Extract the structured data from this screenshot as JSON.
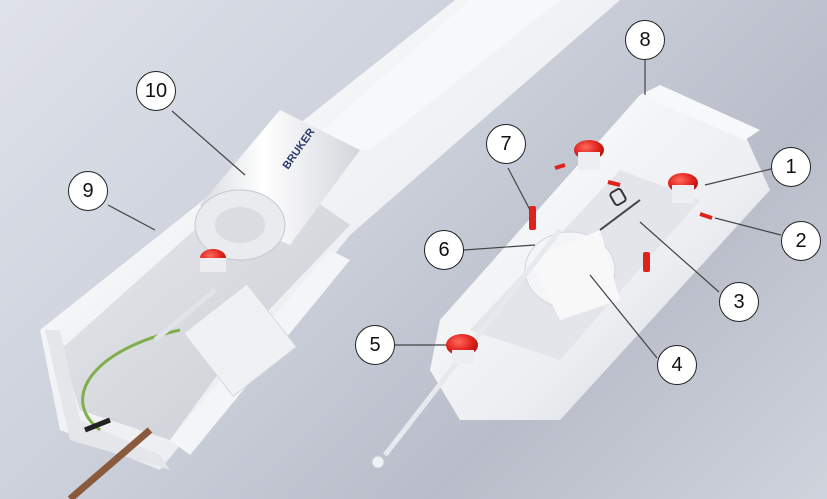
{
  "image": {
    "subject": "probe-assembly-photo",
    "brand_marking": "BRUKER"
  },
  "callouts": [
    {
      "id": "1",
      "label": "1"
    },
    {
      "id": "2",
      "label": "2"
    },
    {
      "id": "3",
      "label": "3"
    },
    {
      "id": "4",
      "label": "4"
    },
    {
      "id": "5",
      "label": "5"
    },
    {
      "id": "6",
      "label": "6"
    },
    {
      "id": "7",
      "label": "7"
    },
    {
      "id": "8",
      "label": "8"
    },
    {
      "id": "9",
      "label": "9"
    },
    {
      "id": "10",
      "label": "10"
    }
  ],
  "colors": {
    "background": "#cdd1db",
    "plastic_white": "#f2f2f2",
    "plastic_shadow": "#c8ccd4",
    "red_cap": "#e0221c",
    "callout_fill": "#ffffff",
    "callout_stroke": "#222222",
    "wire_green": "#7fae4a",
    "wire_copper": "#8a5a3c"
  }
}
